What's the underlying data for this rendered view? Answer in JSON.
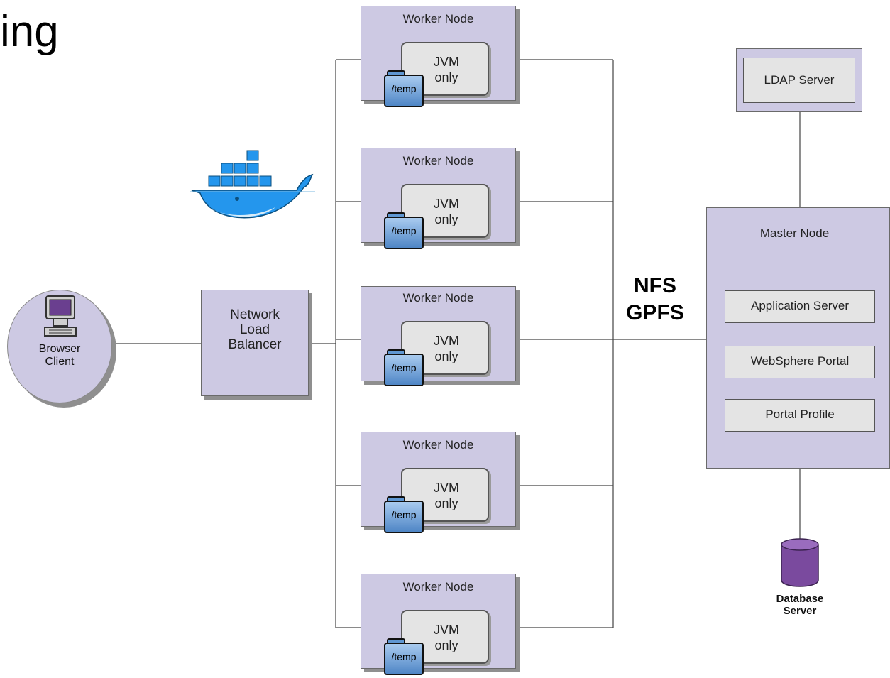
{
  "title_fragment": "ing",
  "client": {
    "line1": "Browser",
    "line2": "Client"
  },
  "load_balancer": {
    "line1": "Network",
    "line2": "Load",
    "line3": "Balancer"
  },
  "worker_nodes": [
    {
      "title": "Worker Node",
      "jvm_line1": "JVM",
      "jvm_line2": "only",
      "folder": "/temp"
    },
    {
      "title": "Worker Node",
      "jvm_line1": "JVM",
      "jvm_line2": "only",
      "folder": "/temp"
    },
    {
      "title": "Worker Node",
      "jvm_line1": "JVM",
      "jvm_line2": "only",
      "folder": "/temp"
    },
    {
      "title": "Worker Node",
      "jvm_line1": "JVM",
      "jvm_line2": "only",
      "folder": "/temp"
    },
    {
      "title": "Worker Node",
      "jvm_line1": "JVM",
      "jvm_line2": "only",
      "folder": "/temp"
    }
  ],
  "shared_fs": {
    "line1": "NFS",
    "line2": "GPFS"
  },
  "ldap": {
    "label": "LDAP Server"
  },
  "master": {
    "title": "Master Node",
    "components": [
      "Application  Server",
      "WebSphere Portal",
      "Portal Profile"
    ]
  },
  "database": {
    "line1": "Database",
    "line2": "Server"
  },
  "colors": {
    "node_fill": "#cdc9e3",
    "jvm_fill": "#e4e4e4",
    "folder_blue": "#4f86c6",
    "docker_blue": "#2496ed",
    "db_purple": "#7a4a9e",
    "monitor_purple": "#6a3f8f"
  },
  "icons": [
    "docker-whale-icon",
    "computer-monitor-icon",
    "folder-icon",
    "database-cylinder-icon"
  ]
}
